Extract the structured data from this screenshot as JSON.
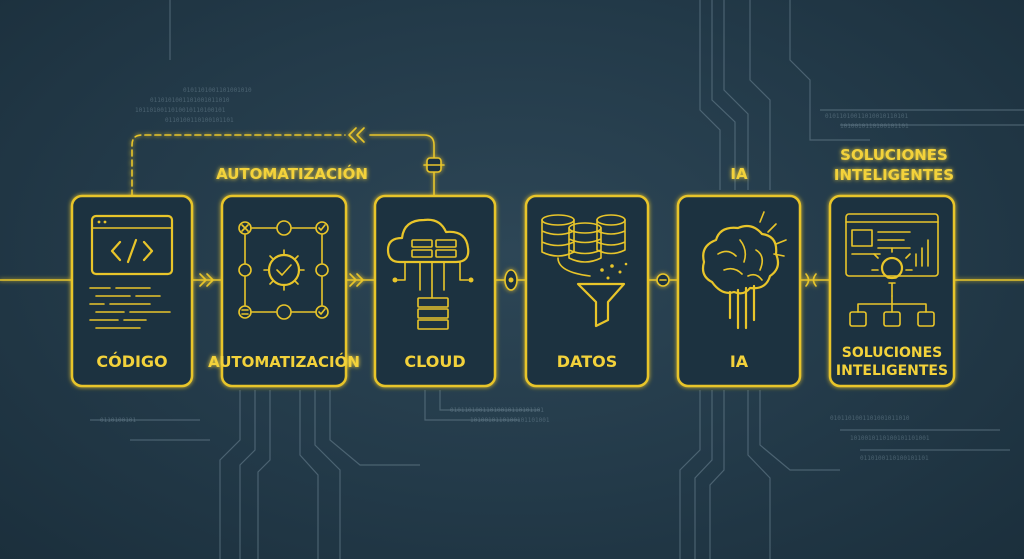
{
  "cards": [
    {
      "label": "CÓDIGO"
    },
    {
      "label": "AUTOMATIZACIÓN"
    },
    {
      "label": "CLOUD"
    },
    {
      "label": "DATOS"
    },
    {
      "label": "IA"
    },
    {
      "label": [
        "SOLUCIONES",
        "INTELIGENTES"
      ]
    }
  ],
  "top_labels": {
    "automatizacion": "AUTOMATIZACIÓN",
    "ia": "IA",
    "soluciones_1": "SOLUCIONES",
    "soluciones_2": "INTELIGENTES"
  },
  "colors": {
    "accent": "#e8c52a",
    "background": "#233a49",
    "card_fill": "#1f3340"
  }
}
